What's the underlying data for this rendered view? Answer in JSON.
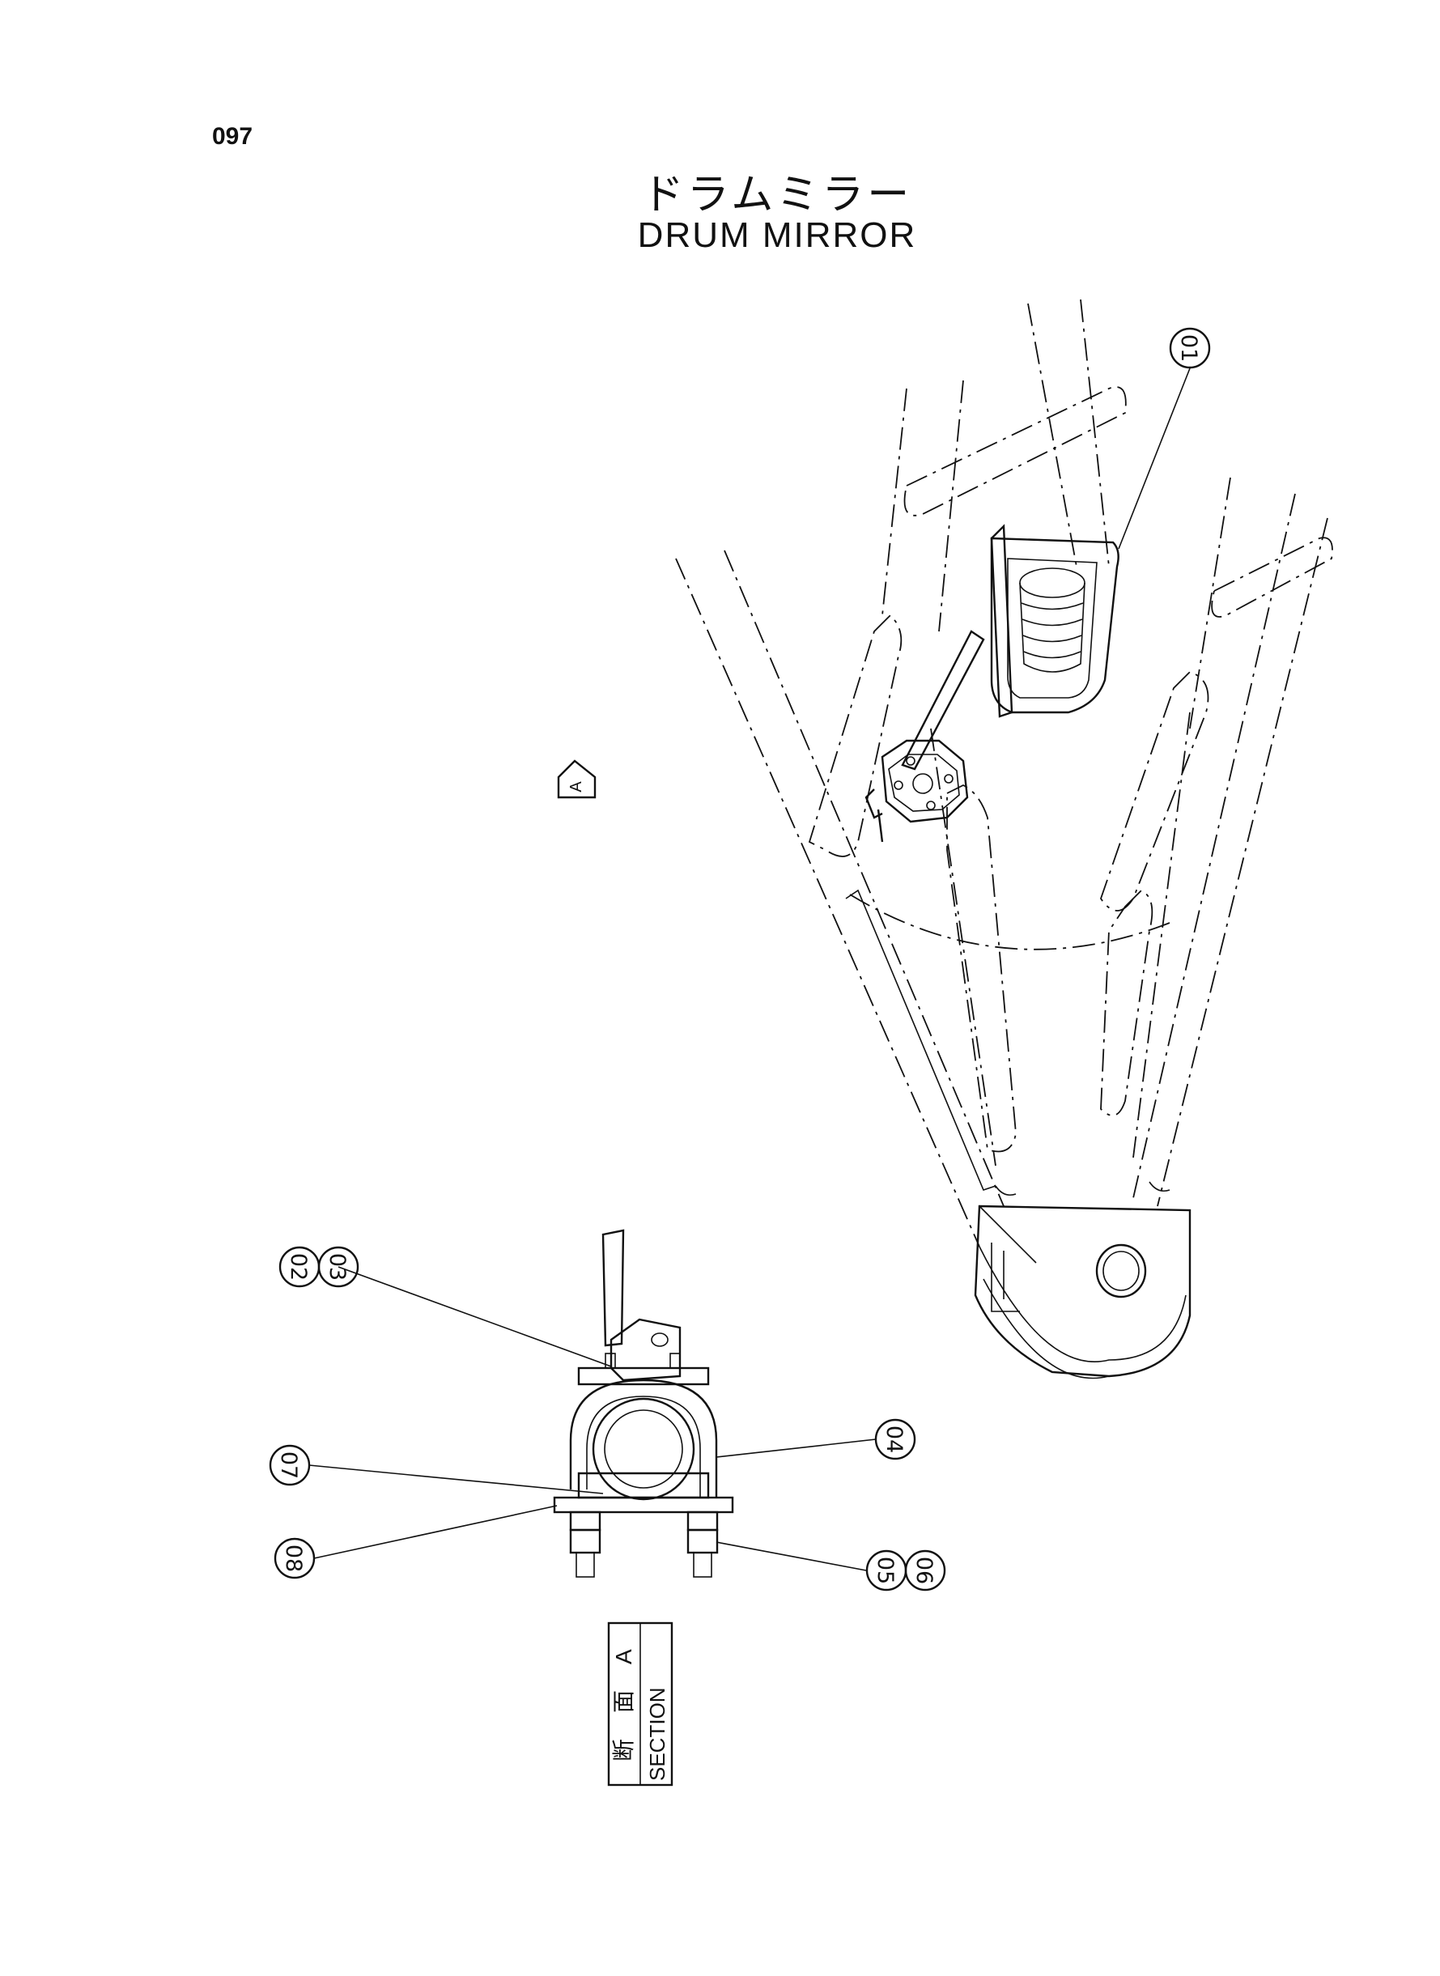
{
  "page": {
    "number": "097"
  },
  "title": {
    "jp": "ドラムミラー",
    "en": "DRUM MIRROR"
  },
  "view_marker": {
    "letter": "A"
  },
  "section_label": {
    "jp_1": "断",
    "jp_2": "面",
    "en": "SECTION",
    "letter": "A"
  },
  "callouts": [
    {
      "id": "01",
      "label": "01"
    },
    {
      "id": "02",
      "label": "02"
    },
    {
      "id": "03",
      "label": "03"
    },
    {
      "id": "04",
      "label": "04"
    },
    {
      "id": "05",
      "label": "05"
    },
    {
      "id": "06",
      "label": "06"
    },
    {
      "id": "07",
      "label": "07"
    },
    {
      "id": "08",
      "label": "08"
    }
  ]
}
